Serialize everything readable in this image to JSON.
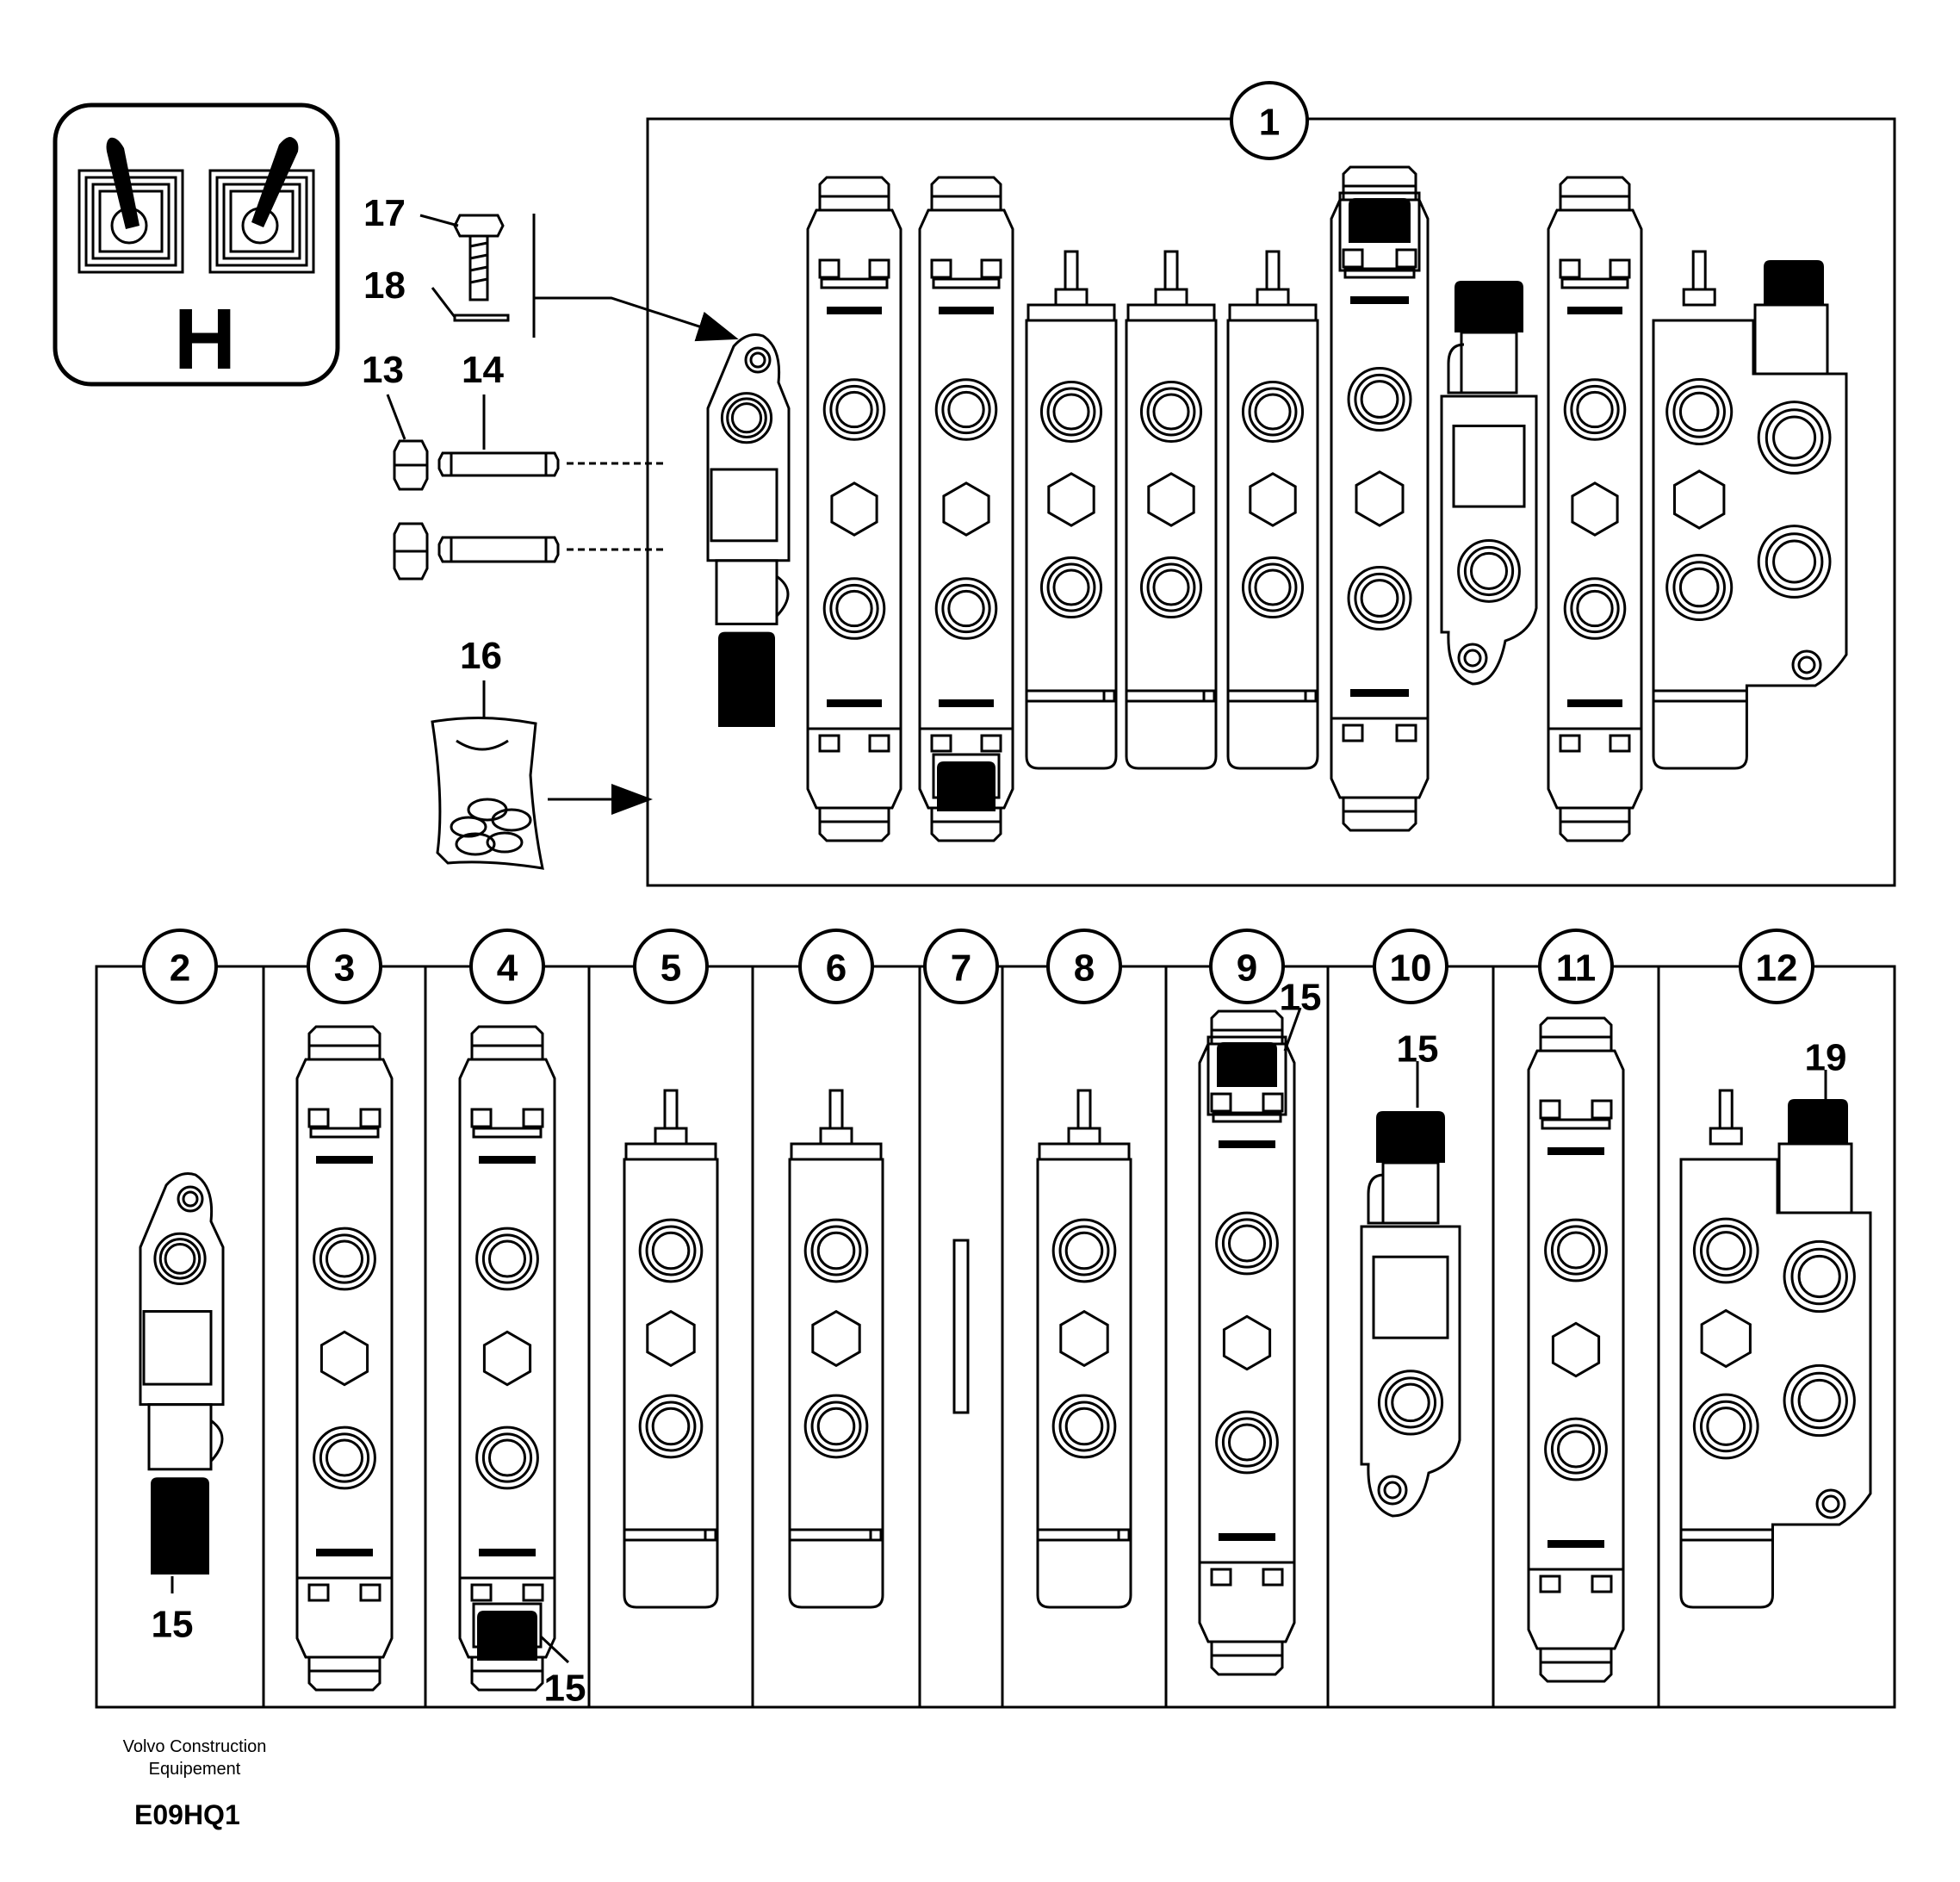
{
  "badge": {
    "letter": "H"
  },
  "assembly": {
    "callout": "1"
  },
  "loose_parts": {
    "bolt": "17",
    "washer": "18",
    "nut": "13",
    "stud": "14",
    "seal_kit": "16"
  },
  "sections": [
    {
      "callout": "2",
      "part_labels": [
        "15"
      ]
    },
    {
      "callout": "3",
      "part_labels": []
    },
    {
      "callout": "4",
      "part_labels": [
        "15"
      ]
    },
    {
      "callout": "5",
      "part_labels": []
    },
    {
      "callout": "6",
      "part_labels": []
    },
    {
      "callout": "7",
      "part_labels": []
    },
    {
      "callout": "8",
      "part_labels": []
    },
    {
      "callout": "9",
      "part_labels": [
        "15"
      ]
    },
    {
      "callout": "10",
      "part_labels": [
        "15"
      ]
    },
    {
      "callout": "11",
      "part_labels": []
    },
    {
      "callout": "12",
      "part_labels": [
        "19"
      ]
    }
  ],
  "footer": {
    "company_line1": "Volvo Construction",
    "company_line2": "Equipement",
    "drawing_code": "E09HQ1"
  },
  "colors": {
    "ink": "#000000",
    "paper": "#ffffff"
  }
}
